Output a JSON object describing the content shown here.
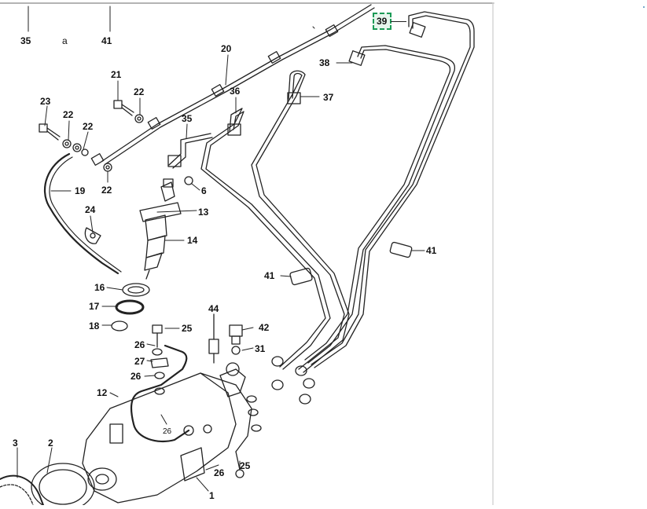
{
  "diagram": {
    "highlight": {
      "label": "39",
      "color": "#1a9a55"
    },
    "callouts": [
      {
        "id": "c35top",
        "text": "35"
      },
      {
        "id": "ca",
        "text": "a"
      },
      {
        "id": "c41top",
        "text": "41"
      },
      {
        "id": "c38",
        "text": "38"
      },
      {
        "id": "c20",
        "text": "20"
      },
      {
        "id": "c21",
        "text": "21"
      },
      {
        "id": "c22a",
        "text": "22"
      },
      {
        "id": "c36",
        "text": "36"
      },
      {
        "id": "c37",
        "text": "37"
      },
      {
        "id": "c23",
        "text": "23"
      },
      {
        "id": "c22b",
        "text": "22"
      },
      {
        "id": "c22c",
        "text": "22"
      },
      {
        "id": "c35",
        "text": "35"
      },
      {
        "id": "c22d",
        "text": "22"
      },
      {
        "id": "c19",
        "text": "19"
      },
      {
        "id": "c6",
        "text": "6"
      },
      {
        "id": "c13",
        "text": "13"
      },
      {
        "id": "c24",
        "text": "24"
      },
      {
        "id": "c14",
        "text": "14"
      },
      {
        "id": "c41r",
        "text": "41"
      },
      {
        "id": "c41m",
        "text": "41"
      },
      {
        "id": "c16",
        "text": "16"
      },
      {
        "id": "c17",
        "text": "17"
      },
      {
        "id": "c44",
        "text": "44"
      },
      {
        "id": "c18",
        "text": "18"
      },
      {
        "id": "c25a",
        "text": "25"
      },
      {
        "id": "c42",
        "text": "42"
      },
      {
        "id": "c26a",
        "text": "26"
      },
      {
        "id": "c31",
        "text": "31"
      },
      {
        "id": "c27",
        "text": "27"
      },
      {
        "id": "c26b",
        "text": "26"
      },
      {
        "id": "c12",
        "text": "12"
      },
      {
        "id": "c26c",
        "text": "26"
      },
      {
        "id": "c3",
        "text": "3"
      },
      {
        "id": "c2",
        "text": "2"
      },
      {
        "id": "c26d",
        "text": "26"
      },
      {
        "id": "c25b",
        "text": "25"
      },
      {
        "id": "c1",
        "text": "1"
      }
    ]
  }
}
